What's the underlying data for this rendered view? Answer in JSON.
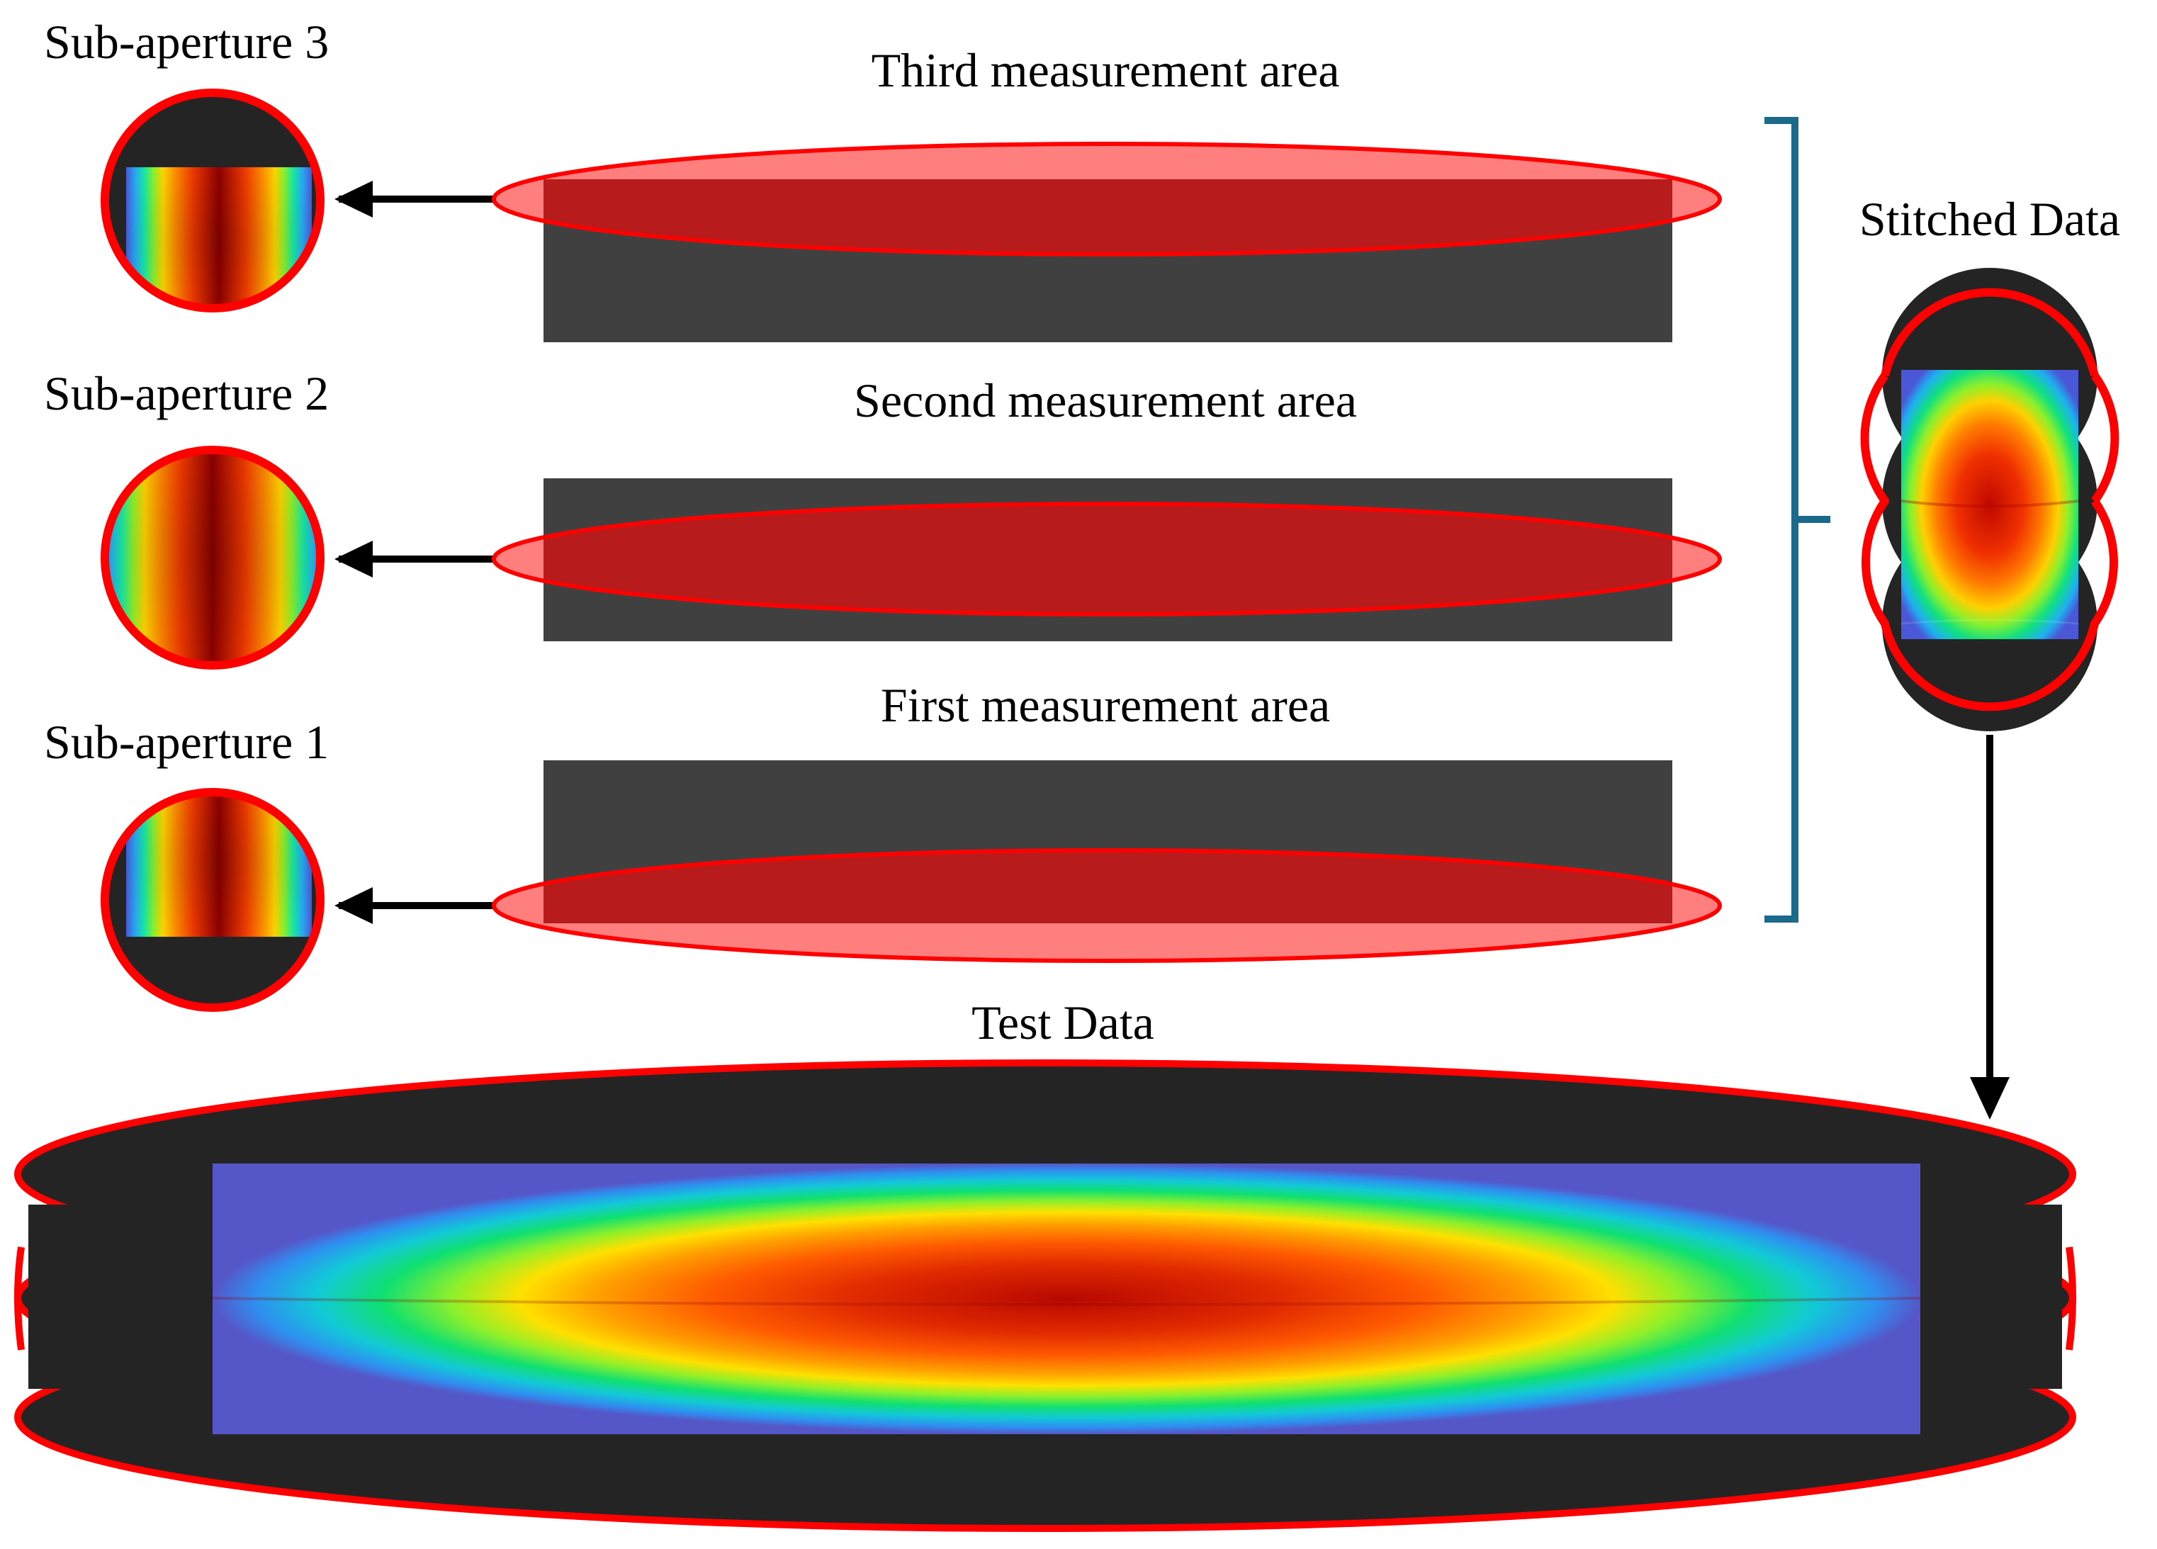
{
  "labels": {
    "sub_aperture_3": "Sub-aperture 3",
    "sub_aperture_2": "Sub-aperture 2",
    "sub_aperture_1": "Sub-aperture 1",
    "third_area": "Third measurement area",
    "second_area": "Second measurement area",
    "first_area": "First measurement area",
    "stitched": "Stitched Data",
    "test": "Test Data"
  },
  "colors": {
    "outline_red": "#ff0000",
    "ellipse_fill": "#ff7f7f",
    "overlap_red": "#b71b1b",
    "sample_gray": "#404040",
    "dark_bg": "#242424",
    "bracket_blue": "#1b6a8c",
    "arrow_black": "#000000"
  }
}
